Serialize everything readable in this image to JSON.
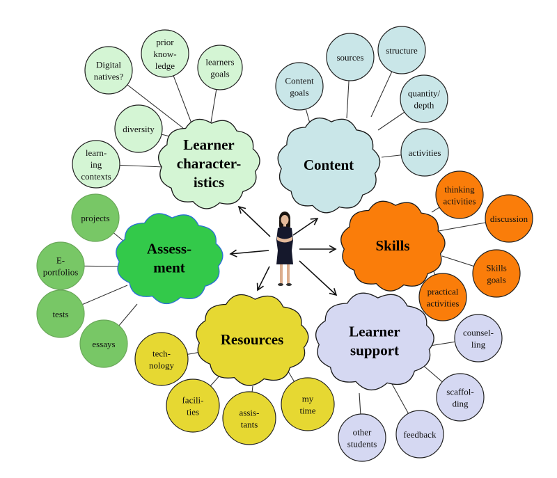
{
  "title": "Learner-centered teaching mind map",
  "center": {
    "label": "teacher-figure"
  },
  "clusters": [
    {
      "id": "learner-characteristics",
      "hub_lines": [
        "Learner",
        "character-",
        "istics"
      ],
      "fill": "#d4f5d4",
      "stroke": "#1a1a1a",
      "nodes": [
        {
          "lines": [
            "Digital",
            "natives?"
          ]
        },
        {
          "lines": [
            "prior",
            "know-",
            "ledge"
          ]
        },
        {
          "lines": [
            "learners",
            "goals"
          ]
        },
        {
          "lines": [
            "diversity"
          ]
        },
        {
          "lines": [
            "learn-",
            "ing",
            "contexts"
          ]
        }
      ]
    },
    {
      "id": "content",
      "hub_lines": [
        "Content"
      ],
      "fill": "#c9e6e8",
      "stroke": "#1a1a1a",
      "nodes": [
        {
          "lines": [
            "Content",
            "goals"
          ]
        },
        {
          "lines": [
            "sources"
          ]
        },
        {
          "lines": [
            "structure"
          ]
        },
        {
          "lines": [
            "quantity/",
            "depth"
          ]
        },
        {
          "lines": [
            "activities"
          ]
        }
      ]
    },
    {
      "id": "skills",
      "hub_lines": [
        "Skills"
      ],
      "fill": "#fa7d0a",
      "stroke": "#1a1a1a",
      "nodes": [
        {
          "lines": [
            "thinking",
            "activities"
          ]
        },
        {
          "lines": [
            "discussion"
          ]
        },
        {
          "lines": [
            "Skills",
            "goals"
          ]
        },
        {
          "lines": [
            "practical",
            "activities"
          ]
        }
      ]
    },
    {
      "id": "learner-support",
      "hub_lines": [
        "Learner",
        "support"
      ],
      "fill": "#d5d8f2",
      "stroke": "#1a1a1a",
      "nodes": [
        {
          "lines": [
            "counsel-",
            "ling"
          ]
        },
        {
          "lines": [
            "scaffol-",
            "ding"
          ]
        },
        {
          "lines": [
            "feedback"
          ]
        },
        {
          "lines": [
            "other",
            "students"
          ]
        }
      ]
    },
    {
      "id": "resources",
      "hub_lines": [
        "Resources"
      ],
      "fill": "#e6d832",
      "stroke": "#1a1a1a",
      "nodes": [
        {
          "lines": [
            "tech-",
            "nology"
          ]
        },
        {
          "lines": [
            "facili-",
            "ties"
          ]
        },
        {
          "lines": [
            "assis-",
            "tants"
          ]
        },
        {
          "lines": [
            "my",
            "time"
          ]
        }
      ]
    },
    {
      "id": "assessment",
      "hub_lines": [
        "Assess-",
        "ment"
      ],
      "fill": "#33c94a",
      "stroke": "#2a6fd6",
      "node_fill": "#78c766",
      "nodes": [
        {
          "lines": [
            "projects"
          ]
        },
        {
          "lines": [
            "E-",
            "portfolios"
          ]
        },
        {
          "lines": [
            "tests"
          ]
        },
        {
          "lines": [
            "essays"
          ]
        }
      ]
    }
  ]
}
